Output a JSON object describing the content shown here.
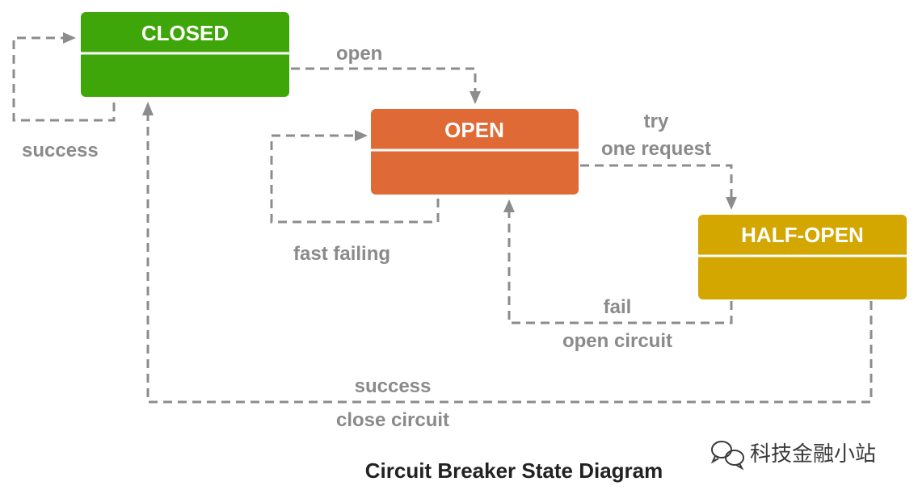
{
  "states": {
    "closed": {
      "title": "CLOSED",
      "color": "#3fa60a"
    },
    "open": {
      "title": "OPEN",
      "color": "#e06a35"
    },
    "half_open": {
      "title": "HALF-OPEN",
      "color": "#d4a600"
    }
  },
  "edges": {
    "closed_self": {
      "label": "success"
    },
    "closed_to_open": {
      "label": "open"
    },
    "open_self": {
      "label": "fast failing"
    },
    "open_to_half_open": {
      "label_line1": "try",
      "label_line2": "one request"
    },
    "half_open_to_open": {
      "label_line1": "fail",
      "label_line2": "open circuit"
    },
    "half_open_to_closed": {
      "label_line1": "success",
      "label_line2": "close circuit"
    }
  },
  "caption": "Circuit Breaker State Diagram",
  "watermark": {
    "text": "科技金融小站",
    "icon": "wechat-icon"
  },
  "colors": {
    "edge": "#8c8c8c",
    "label": "#8a8a8a",
    "divider": "#ffffff"
  }
}
